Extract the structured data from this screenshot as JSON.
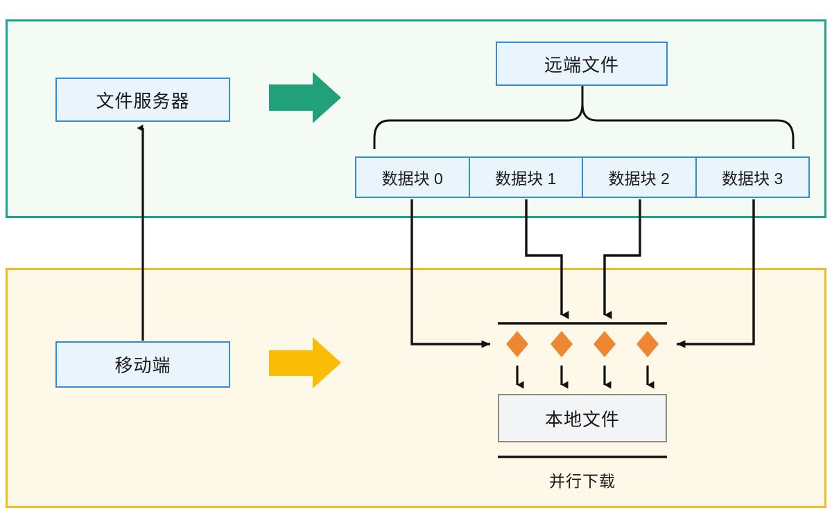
{
  "diagram": {
    "title_caption": "并行下载",
    "panels": [
      {
        "name": "server-zone",
        "border_color": "#1ba38b",
        "fill_color": "#f4fbf4"
      },
      {
        "name": "mobile-zone",
        "border_color": "#f2bd1d",
        "fill_color": "#fdf8e8"
      }
    ],
    "nodes": {
      "file_server": "文件服务器",
      "mobile_client": "移动端",
      "remote_file": "远端文件",
      "local_file": "本地文件"
    },
    "blocks": [
      "数据块 0",
      "数据块 1",
      "数据块 2",
      "数据块 3"
    ],
    "arrows": {
      "green_arrow": "green-right-arrow",
      "yellow_arrow": "yellow-right-arrow"
    },
    "colors": {
      "green_accent": "#1ba38b",
      "yellow_accent": "#f2bd1d",
      "blue_border": "#2e8fd8",
      "blue_fill": "#eaf4fd",
      "orange_diamond": "#ed8733",
      "gray_box_border": "#8a8a80",
      "gray_box_fill": "#f3f4f6",
      "line_color": "#111111"
    },
    "diamond_count": 4
  }
}
